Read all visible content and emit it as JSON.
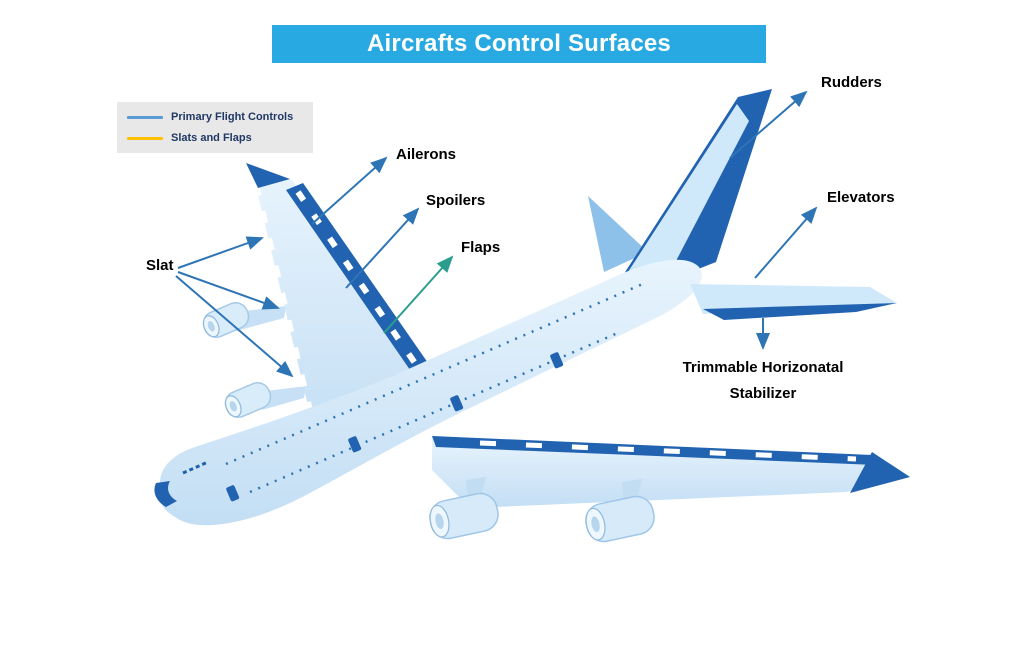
{
  "title": {
    "text": "Aircrafts Control Surfaces"
  },
  "legend": {
    "items": [
      {
        "label": "Primary Flight Controls",
        "color": "#5b9bd5"
      },
      {
        "label": "Slats and Flaps",
        "color": "#ffc000"
      }
    ]
  },
  "annotations": {
    "rudders": "Rudders",
    "elevators": "Elevators",
    "trimmable_horizontal_stabilizer": "Trimmable Horizonatal Stabilizer",
    "ailerons": "Ailerons",
    "spoilers": "Spoilers",
    "flaps": "Flaps",
    "slat": "Slat"
  },
  "colors": {
    "title_bg": "#29a9e1",
    "title_text": "#ffffff",
    "arrow_blue": "#2e75b6",
    "arrow_teal": "#2a9d8f",
    "plane_light": "#cfe8fa",
    "plane_dark": "#2163b0",
    "legend_bg": "#e9e8e8",
    "legend_text": "#1f3864"
  }
}
